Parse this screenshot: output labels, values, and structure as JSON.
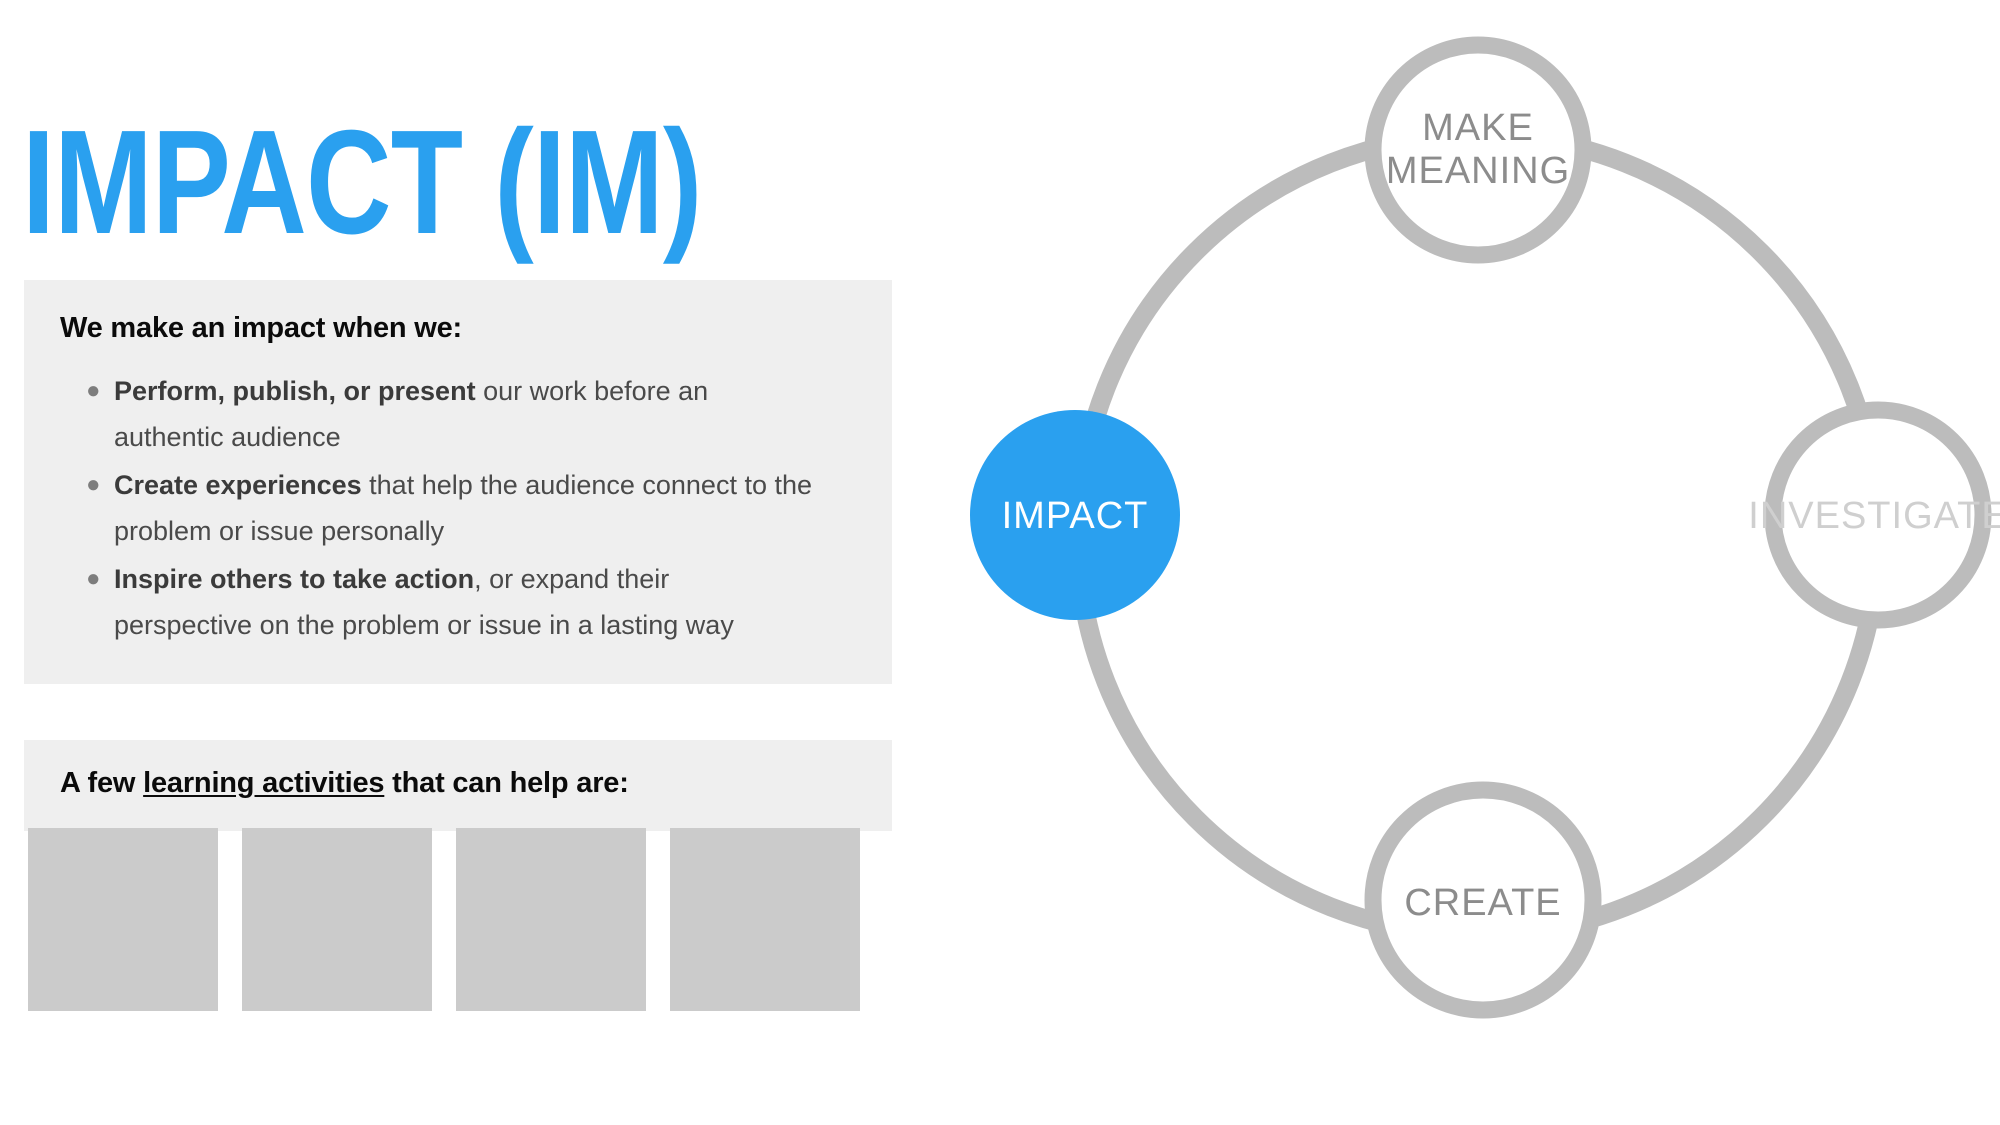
{
  "slide": {
    "title": "IMPACT (IM)",
    "title_color": "#2AA0EF",
    "background": "#ffffff"
  },
  "impact_panel": {
    "heading": "We make an impact when we:",
    "bullet_marker": "●",
    "background": "#EFEFEF",
    "bullets": [
      {
        "bold": "Perform, publish, or present",
        "rest": " our work before an authentic audience"
      },
      {
        "bold": "Create experiences",
        "rest": " that help the audience connect to the problem or issue personally"
      },
      {
        "bold": "Inspire others to take action",
        "rest": ", or expand their perspective on the problem or issue in a lasting way"
      }
    ]
  },
  "activities_panel": {
    "background": "#EFEFEF",
    "heading_prefix": "A few ",
    "heading_underlined": "learning activities",
    "heading_suffix": " that can help are:",
    "placeholders": [
      {
        "label": ""
      },
      {
        "label": ""
      },
      {
        "label": ""
      },
      {
        "label": ""
      }
    ],
    "placeholder_color": "#CBCBCB"
  },
  "diagram": {
    "ring_color": "#BCBCBC",
    "node_stroke_color": "#BCBCBC",
    "active_color": "#2AA0EF",
    "active_text_color": "#FFFFFF",
    "inactive_text_color": "#8C8C8C",
    "faded_text_color": "#CFCFCF",
    "nodes": [
      {
        "id": "make-meaning",
        "label_lines": [
          "MAKE",
          "MEANING"
        ],
        "state": "inactive",
        "position": "top"
      },
      {
        "id": "investigate",
        "label_lines": [
          "INVESTIGATE"
        ],
        "state": "faded",
        "position": "right"
      },
      {
        "id": "create",
        "label_lines": [
          "CREATE"
        ],
        "state": "inactive",
        "position": "bottom"
      },
      {
        "id": "impact",
        "label_lines": [
          "IMPACT"
        ],
        "state": "active",
        "position": "left"
      }
    ]
  }
}
